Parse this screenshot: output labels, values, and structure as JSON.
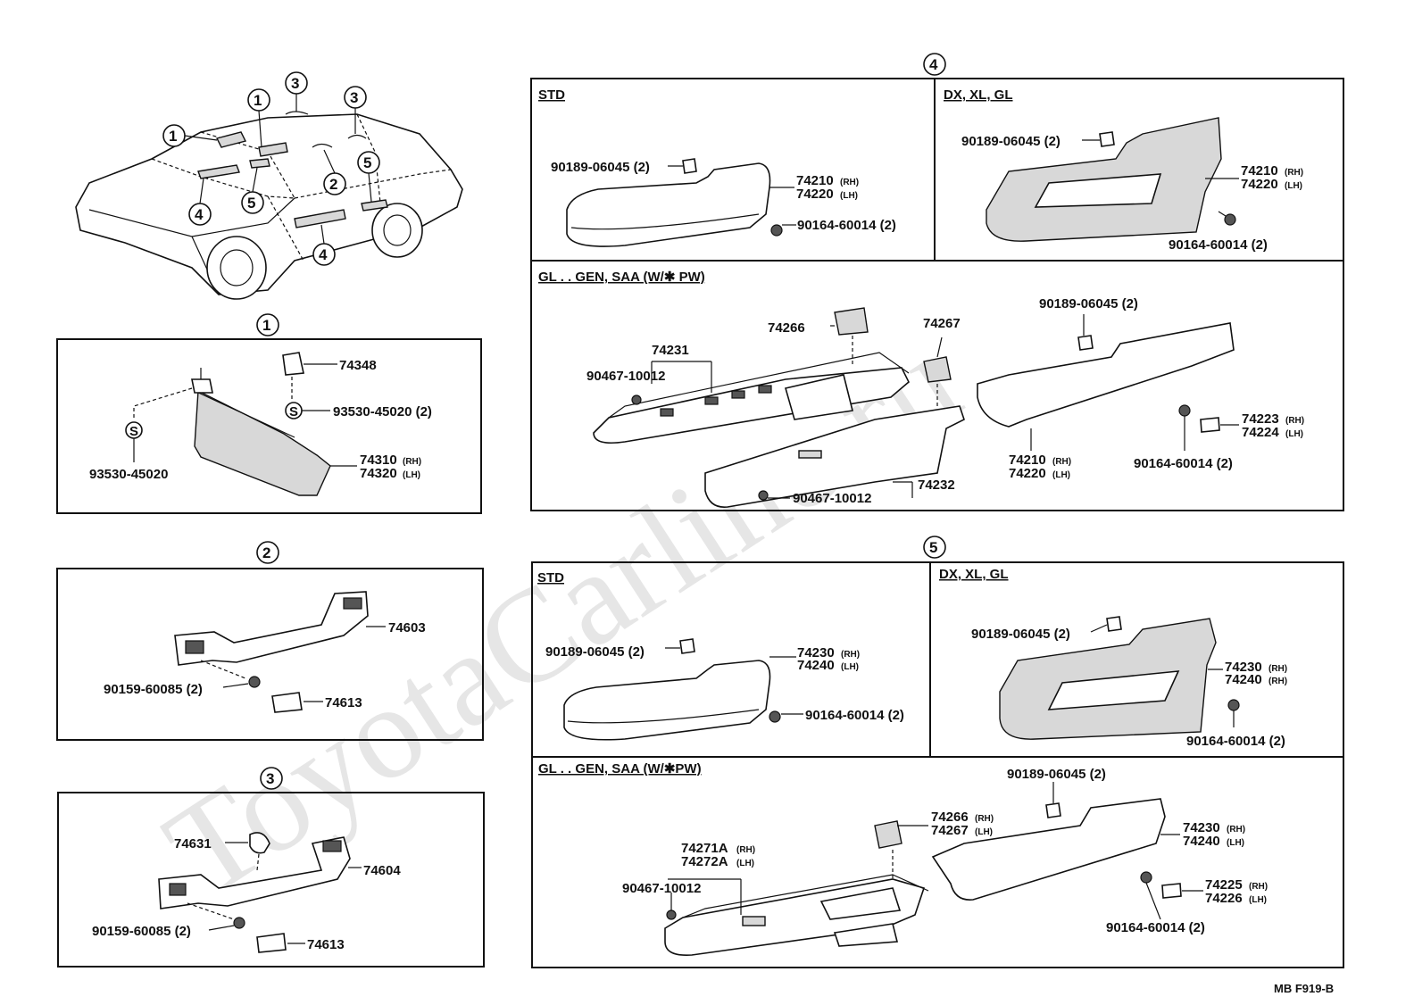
{
  "watermark": "ToyotaCarline.ru",
  "footer_code": "MB F919-B",
  "callouts": {
    "c1": "1",
    "c2": "2",
    "c3": "3",
    "c4": "4",
    "c5": "5"
  },
  "section1": {
    "number": "1",
    "labels": {
      "p74348": "74348",
      "p93530_2": "93530-45020 (2)",
      "p93530": "93530-45020",
      "p74310": "74310",
      "p74320": "74320",
      "rh": "(RH)",
      "lh": "(LH)",
      "s_mark": "S"
    }
  },
  "section2": {
    "number": "2",
    "labels": {
      "p74603": "74603",
      "p90159": "90159-60085 (2)",
      "p74613": "74613"
    }
  },
  "section3": {
    "number": "3",
    "labels": {
      "p74631": "74631",
      "p74604": "74604",
      "p90159": "90159-60085 (2)",
      "p74613": "74613"
    }
  },
  "section4": {
    "number": "4",
    "std": {
      "header": "STD",
      "p90189": "90189-06045 (2)",
      "p74210": "74210",
      "p74220": "74220",
      "rh": "(RH)",
      "lh": "(LH)",
      "p90164": "90164-60014 (2)"
    },
    "dx": {
      "header": "DX, XL, GL",
      "p90189": "90189-06045 (2)",
      "p74210": "74210",
      "p74220": "74220",
      "rh": "(RH)",
      "lh": "(LH)",
      "p90164": "90164-60014 (2)"
    },
    "gl": {
      "header": "GL . . GEN, SAA (W/✱ PW)",
      "p74266": "74266",
      "p74267": "74267",
      "p74231": "74231",
      "p90467a": "90467-10012",
      "p90189": "90189-06045 (2)",
      "p74210": "74210",
      "p74220": "74220",
      "rh": "(RH)",
      "lh": "(LH)",
      "p74223": "74223",
      "p74224": "74224",
      "p90164": "90164-60014 (2)",
      "p90467b": "90467-10012",
      "p74232": "74232"
    }
  },
  "section5": {
    "number": "5",
    "std": {
      "header": "STD",
      "p90189": "90189-06045 (2)",
      "p74230": "74230",
      "p74240": "74240",
      "rh": "(RH)",
      "lh": "(LH)",
      "p90164": "90164-60014 (2)"
    },
    "dx": {
      "header": "DX, XL, GL",
      "p90189": "90189-06045 (2)",
      "p74230": "74230",
      "p74240": "74240",
      "rh": "(RH)",
      "rh2": "(RH)",
      "p90164": "90164-60014 (2)"
    },
    "gl": {
      "header": "GL . . GEN, SAA (W/✱PW)",
      "p90189": "90189-06045 (2)",
      "p74266": "74266",
      "p74267": "74267",
      "rh": "(RH)",
      "lh": "(LH)",
      "p74271a": "74271A",
      "p74272a": "74272A",
      "p90467": "90467-10012",
      "p74230": "74230",
      "p74240": "74240",
      "p74225": "74225",
      "p74226": "74226",
      "p90164": "90164-60014 (2)"
    }
  }
}
